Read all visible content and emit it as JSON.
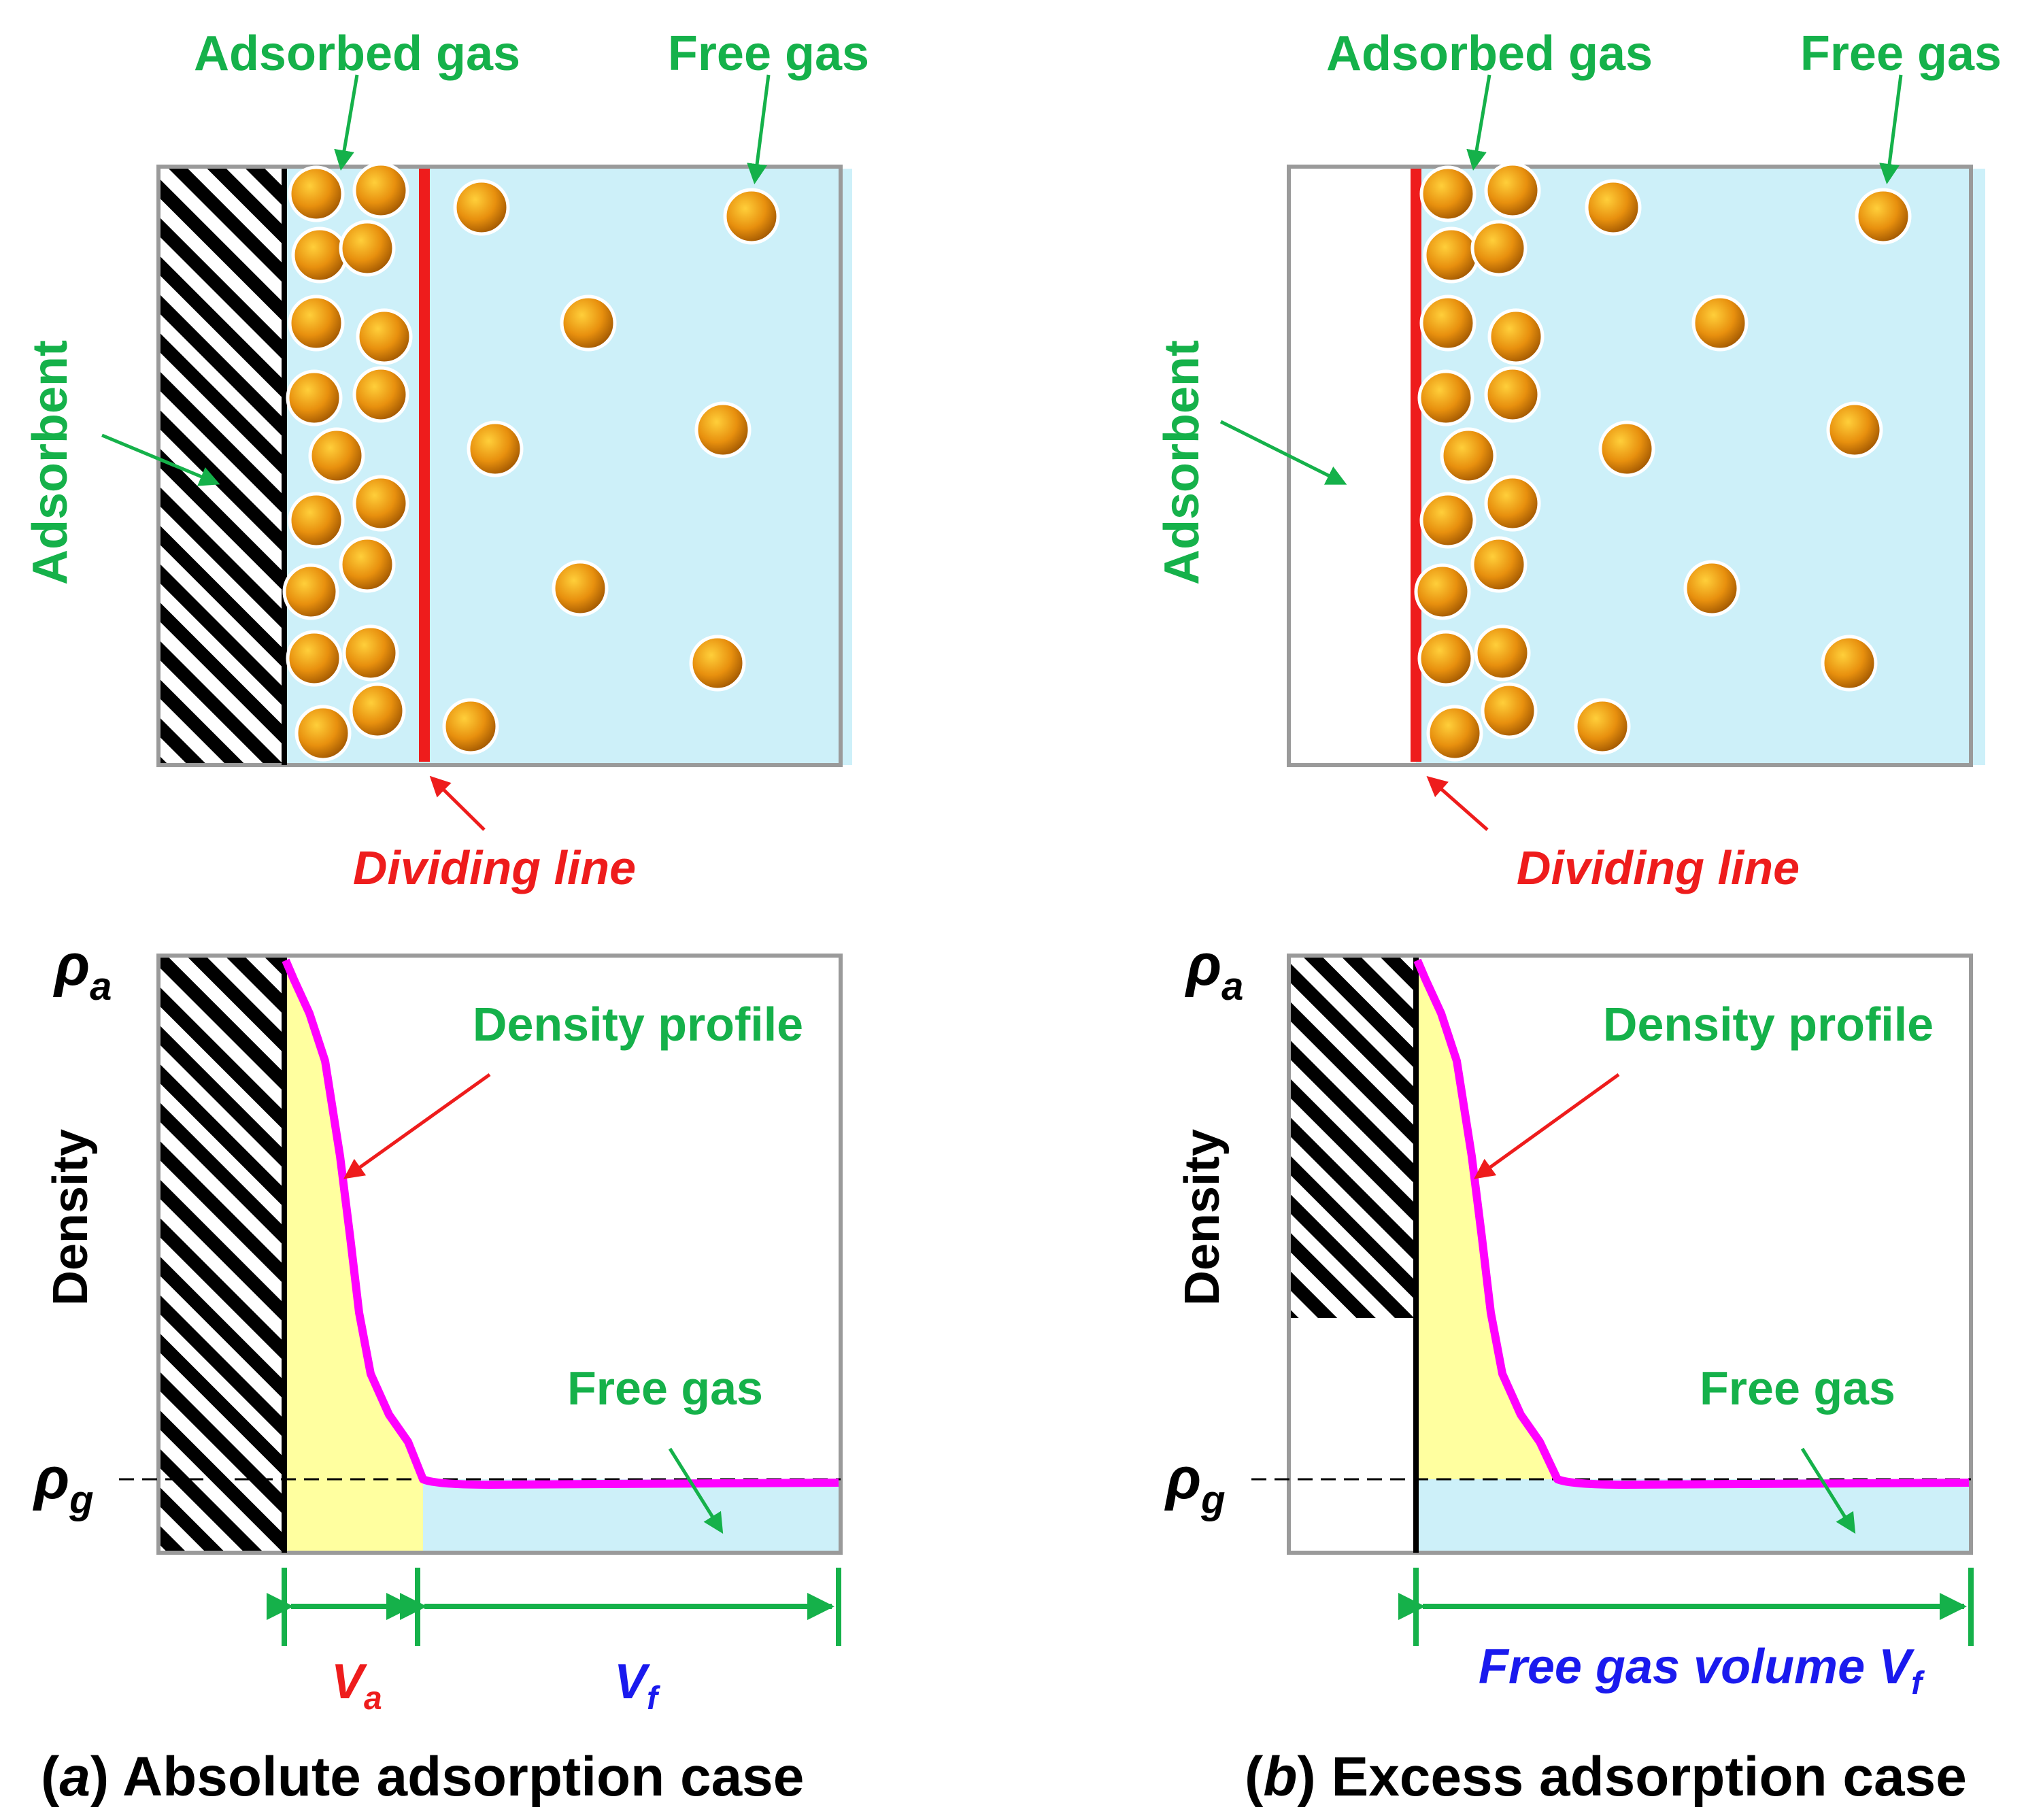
{
  "colors": {
    "green": "#15b14a",
    "red": "#ee1c1c",
    "blue": "#1a1aee",
    "magenta": "#ff00ff",
    "free_gas_fill": "#cdf0f9",
    "adsorbed_fill": "#ffff9f",
    "particle": "#e8900e"
  },
  "panel_a": {
    "adsorbed_gas": "Adsorbed gas",
    "free_gas": "Free gas",
    "adsorbent": "Adsorbent",
    "dividing_line": "Dividing line",
    "rho_a": "ρ",
    "rho_a_sub": "a",
    "rho_g": "ρ",
    "rho_g_sub": "g",
    "density": "Density",
    "density_profile": "Density profile",
    "free_gas_plot": "Free gas",
    "va": "V",
    "va_sub": "a",
    "vf": "V",
    "vf_sub": "f",
    "caption_paren_open": "(",
    "caption_letter": "a",
    "caption_rest": ") Absolute adsorption case"
  },
  "panel_b": {
    "adsorbed_gas": "Adsorbed gas",
    "free_gas": "Free gas",
    "adsorbent": "Adsorbent",
    "dividing_line": "Dividing line",
    "rho_a": "ρ",
    "rho_a_sub": "a",
    "rho_g": "ρ",
    "rho_g_sub": "g",
    "density": "Density",
    "density_profile": "Density profile",
    "free_gas_plot": "Free gas",
    "vf_label": "Free gas volume V",
    "vf_sub": "f",
    "caption_paren_open": "(",
    "caption_letter": "b",
    "caption_rest": ") Excess adsorption case"
  }
}
